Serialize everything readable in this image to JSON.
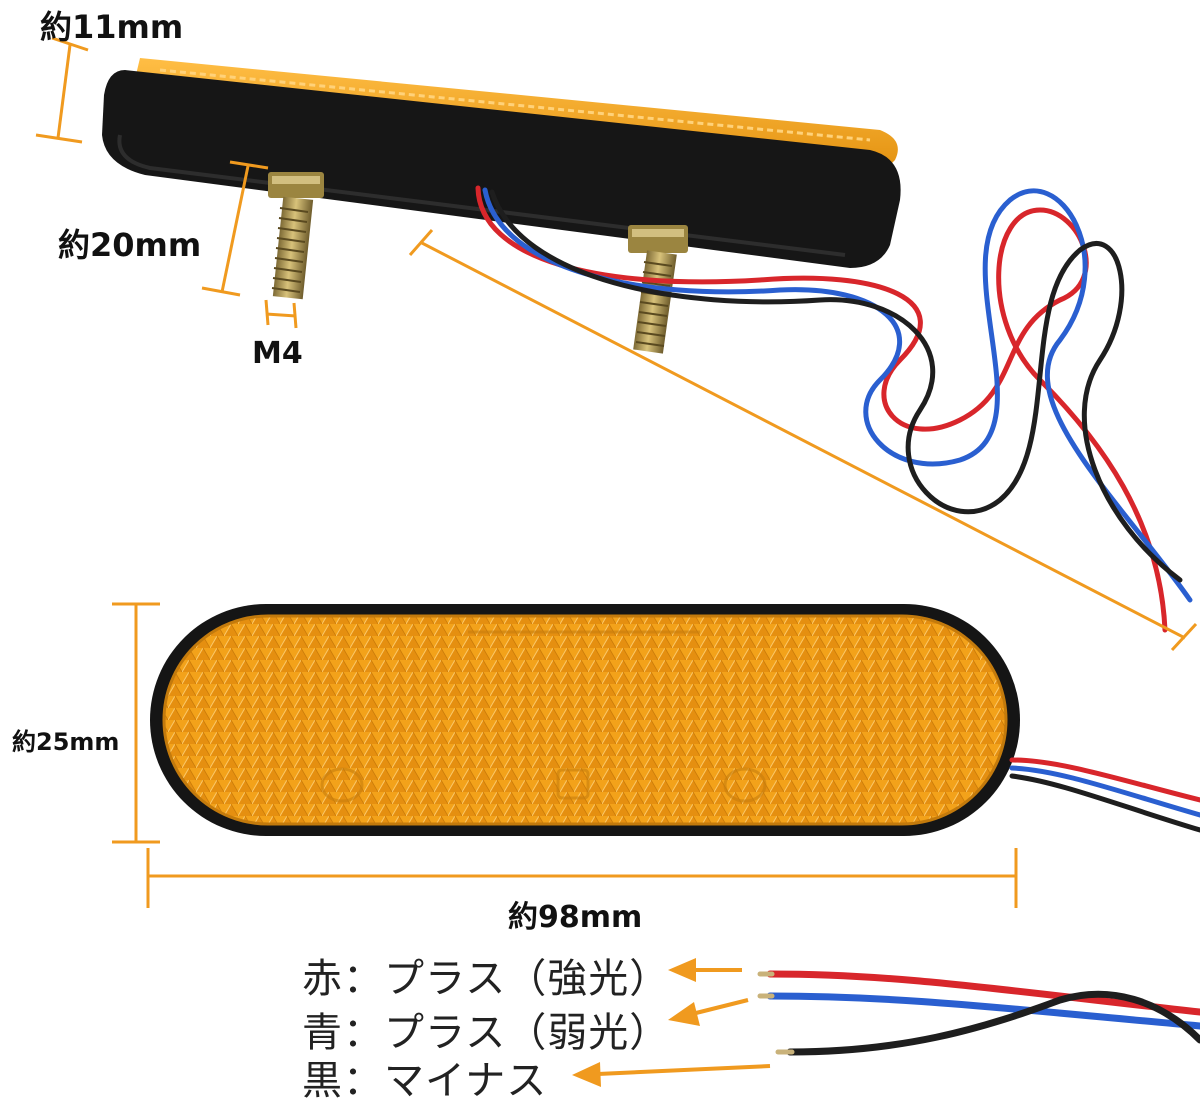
{
  "dimensions": {
    "thickness": "約11mm",
    "bolt_length": "約20mm",
    "thread": "M4",
    "height": "約25mm",
    "width": "約98mm"
  },
  "wires": [
    {
      "label": "赤：プラス（強光）",
      "color": "#d8262b"
    },
    {
      "label": "青：プラス（弱光）",
      "color": "#2a5fd0"
    },
    {
      "label": "黒：マイナス",
      "color": "#1e1e1e"
    }
  ],
  "colors": {
    "reflector_amber": "#f0a21c",
    "dimension_orange": "#f09a1f",
    "housing_black": "#1a1a1a",
    "bolt_brass": "#b39a4e"
  }
}
